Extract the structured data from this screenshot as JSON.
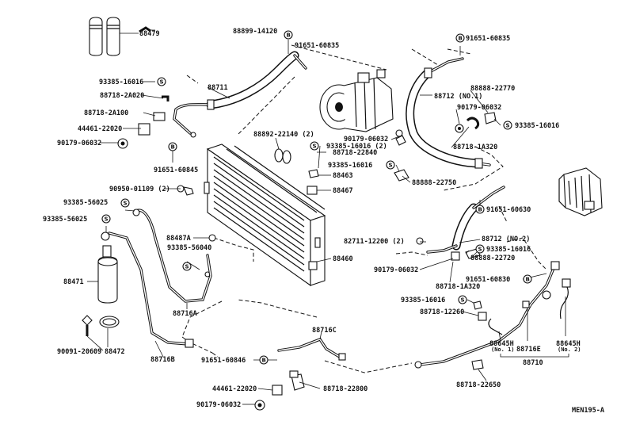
{
  "drawing_code": "MEN195-A",
  "parts": [
    {
      "id": "88479",
      "text": "88479"
    },
    {
      "id": "88899-14120",
      "text": "88899-14120"
    },
    {
      "id": "91651-60835a",
      "text": "91651-60835",
      "symbol": "B"
    },
    {
      "id": "91651-60835b",
      "text": "91651-60835",
      "symbol": "B"
    },
    {
      "id": "93385-16016a",
      "text": "93385-16016",
      "symbol": "S"
    },
    {
      "id": "88718-2A020",
      "text": "88718-2A020"
    },
    {
      "id": "88711",
      "text": "88711"
    },
    {
      "id": "88718-2A100",
      "text": "88718-2A100"
    },
    {
      "id": "44461-22020a",
      "text": "44461-22020"
    },
    {
      "id": "90179-06032a",
      "text": "90179-06032"
    },
    {
      "id": "91651-60845a",
      "text": "91651-60845",
      "symbol": "B"
    },
    {
      "id": "88712-1",
      "text": "88712 (NO.1)"
    },
    {
      "id": "88888-22770",
      "text": "88888-22770"
    },
    {
      "id": "90179-06032b",
      "text": "90179-06032"
    },
    {
      "id": "93385-16016b",
      "text": "93385-16016",
      "symbol": "S"
    },
    {
      "id": "88718-1A320a",
      "text": "88718-1A320"
    },
    {
      "id": "88892-22140",
      "text": "88892-22140 (2)"
    },
    {
      "id": "90179-06032c",
      "text": "90179-06032"
    },
    {
      "id": "93385-16016c",
      "text": "93385-16016 (2)",
      "symbol": "S"
    },
    {
      "id": "88718-22840",
      "text": "88718-22840"
    },
    {
      "id": "93385-16016d",
      "text": "93385-16016",
      "symbol": "S"
    },
    {
      "id": "88463",
      "text": "88463"
    },
    {
      "id": "88888-22750",
      "text": "88888-22750"
    },
    {
      "id": "88467",
      "text": "88467"
    },
    {
      "id": "90950-01109",
      "text": "90950-01109 (2)"
    },
    {
      "id": "93385-56025a",
      "text": "93385-56025",
      "symbol": "S"
    },
    {
      "id": "93385-56025b",
      "text": "93385-56025",
      "symbol": "S"
    },
    {
      "id": "91651-60630",
      "text": "91651-60630",
      "symbol": "B"
    },
    {
      "id": "88712-2",
      "text": "88712 (NO.2)"
    },
    {
      "id": "82711-12200",
      "text": "82711-12200 (2)"
    },
    {
      "id": "93385-16016e",
      "text": "93385-16016",
      "symbol": "S"
    },
    {
      "id": "88888-22720",
      "text": "88888-22720"
    },
    {
      "id": "88487A",
      "text": "88487A"
    },
    {
      "id": "93385-56040",
      "text": "93385-56040",
      "symbol": "S"
    },
    {
      "id": "88460",
      "text": "88460"
    },
    {
      "id": "88471",
      "text": "88471"
    },
    {
      "id": "90179-06032d",
      "text": "90179-06032"
    },
    {
      "id": "88718-1A320b",
      "text": "88718-1A320"
    },
    {
      "id": "91651-60830",
      "text": "91651-60830",
      "symbol": "B"
    },
    {
      "id": "88716A",
      "text": "88716A"
    },
    {
      "id": "93385-16016f",
      "text": "93385-16016",
      "symbol": "S"
    },
    {
      "id": "88718-12260",
      "text": "88718-12260"
    },
    {
      "id": "90091-20609",
      "text": "90091-20609"
    },
    {
      "id": "88472",
      "text": "88472"
    },
    {
      "id": "88716C",
      "text": "88716C"
    },
    {
      "id": "88716B",
      "text": "88716B"
    },
    {
      "id": "91651-60846",
      "text": "91651-60846",
      "symbol": "B"
    },
    {
      "id": "88645H-1",
      "text": "88645H",
      "sub": "(No. 1)"
    },
    {
      "id": "88716E",
      "text": "88716E"
    },
    {
      "id": "88645H-2",
      "text": "88645H",
      "sub": "(No. 2)"
    },
    {
      "id": "88710",
      "text": "88710"
    },
    {
      "id": "88718-22650",
      "text": "88718-22650"
    },
    {
      "id": "44461-22020b",
      "text": "44461-22020"
    },
    {
      "id": "88718-22800",
      "text": "88718-22800"
    },
    {
      "id": "90179-06032e",
      "text": "90179-06032"
    }
  ]
}
